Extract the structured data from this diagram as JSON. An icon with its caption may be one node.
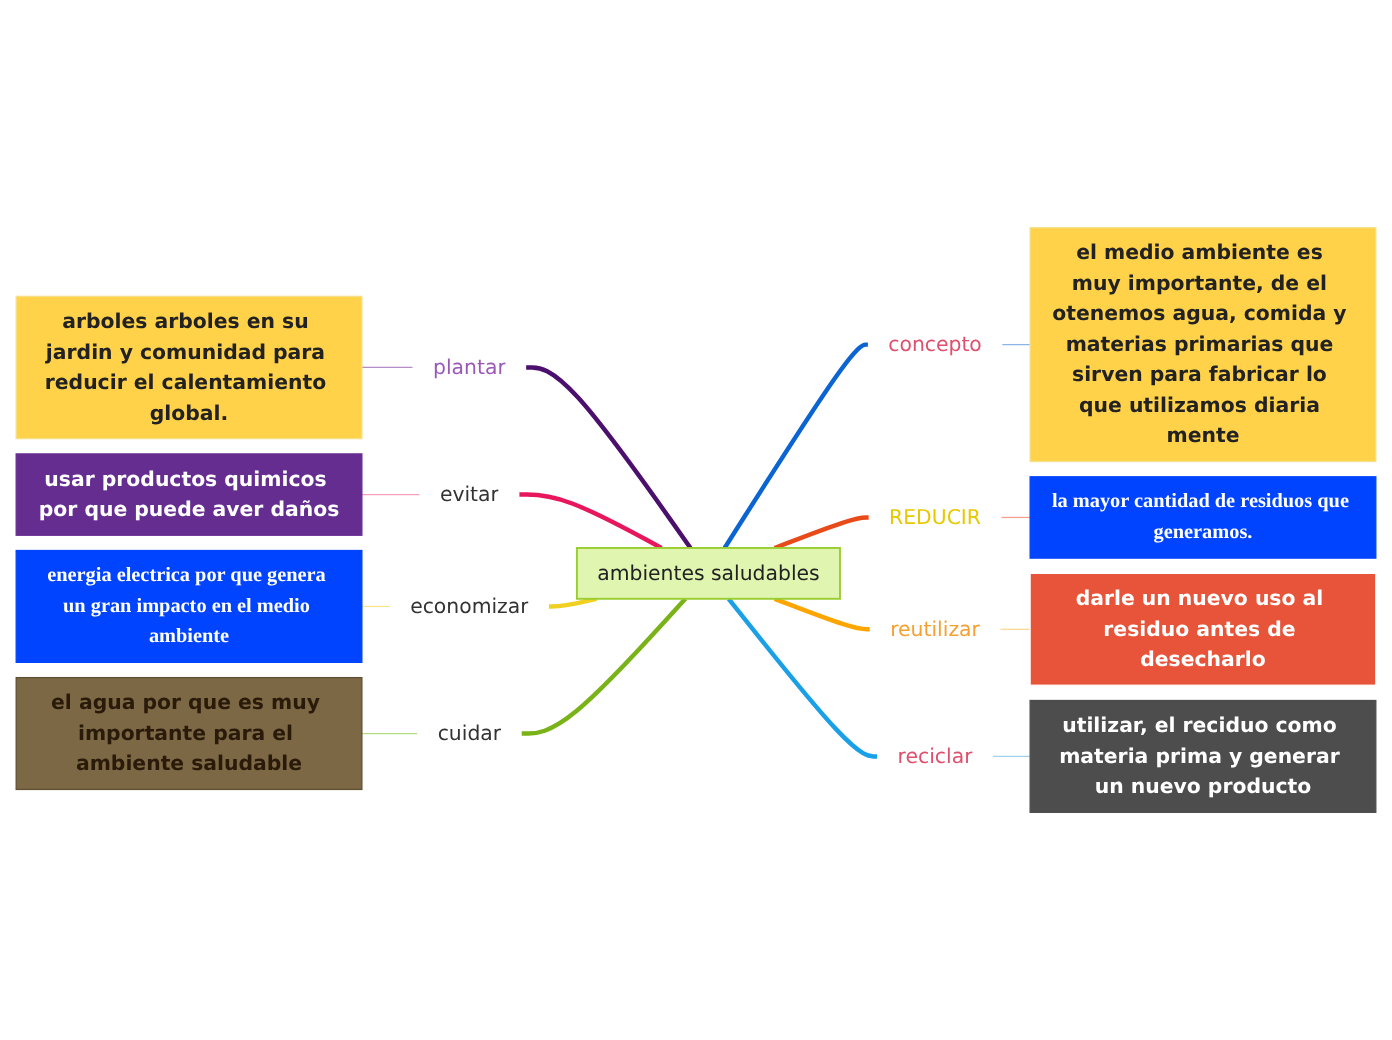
{
  "diagram": {
    "nodes": [
      {
        "text": [
          "ambientes saludables"
        ]
      },
      {
        "text": [
          "plantar"
        ]
      },
      {
        "text": [
          "arboles arboles en su jardin y comunidad para reducir el calentamiento global."
        ]
      },
      {
        "text": [
          "evitar"
        ]
      },
      {
        "text": [
          "usar productos quimicos por que puede aver daños"
        ]
      },
      {
        "text": [
          "economizar"
        ]
      },
      {
        "text": [
          "energia electrica por que genera un gran impacto en el medio ambiente"
        ]
      },
      {
        "text": [
          "cuidar"
        ]
      },
      {
        "text": [
          "el agua por que es muy importante para el ambiente saludable"
        ]
      },
      {
        "text": [
          "concepto"
        ]
      },
      {
        "text": [
          "el medio ambiente es muy importante, de el otenemos agua, comida y materias primarias que sirven para fabricar lo que utilizamos diaria mente"
        ]
      },
      {
        "text": [
          "REDUCIR"
        ]
      },
      {
        "text": [
          "la mayor cantidad de residuos que generamos."
        ]
      },
      {
        "text": [
          "reutilizar"
        ]
      },
      {
        "text": [
          "darle un nuevo uso al residuo antes de desecharlo"
        ]
      },
      {
        "text": [
          "reciclar"
        ]
      },
      {
        "text": [
          "utilizar, el reciduo como materia prima y generar un nuevo producto"
        ]
      }
    ],
    "edges": [
      {
        "from": 2,
        "to": 1,
        "arrow": "none",
        "color": "#b48cc8"
      },
      {
        "from": 1,
        "to": 0,
        "arrow": "none",
        "style": "thick",
        "color": "#4b0f6e"
      },
      {
        "from": 4,
        "to": 3,
        "arrow": "none",
        "color": "#f5a0c0"
      },
      {
        "from": 3,
        "to": 0,
        "arrow": "none",
        "style": "thick",
        "color": "#e8175d"
      },
      {
        "from": 6,
        "to": 5,
        "arrow": "none",
        "color": "#f5e68c"
      },
      {
        "from": 5,
        "to": 0,
        "arrow": "none",
        "style": "thick",
        "color": "#f0d020"
      },
      {
        "from": 8,
        "to": 7,
        "arrow": "none",
        "color": "#b4dc82"
      },
      {
        "from": 7,
        "to": 0,
        "arrow": "none",
        "style": "thick",
        "color": "#7ab317"
      },
      {
        "from": 0,
        "to": 9,
        "arrow": "none",
        "style": "thick",
        "color": "#0a64d2"
      },
      {
        "from": 9,
        "to": 10,
        "arrow": "none",
        "color": "#8cb4e6"
      },
      {
        "from": 0,
        "to": 11,
        "arrow": "none",
        "style": "thick",
        "color": "#e84a1a"
      },
      {
        "from": 11,
        "to": 12,
        "arrow": "none",
        "color": "#f5a08c"
      },
      {
        "from": 0,
        "to": 13,
        "arrow": "none",
        "style": "thick",
        "color": "#ffa500"
      },
      {
        "from": 13,
        "to": 14,
        "arrow": "none",
        "color": "#ffd890"
      },
      {
        "from": 0,
        "to": 15,
        "arrow": "none",
        "style": "thick",
        "color": "#1aa0e6"
      },
      {
        "from": 15,
        "to": 16,
        "arrow": "none",
        "color": "#a0d2f0"
      }
    ]
  }
}
